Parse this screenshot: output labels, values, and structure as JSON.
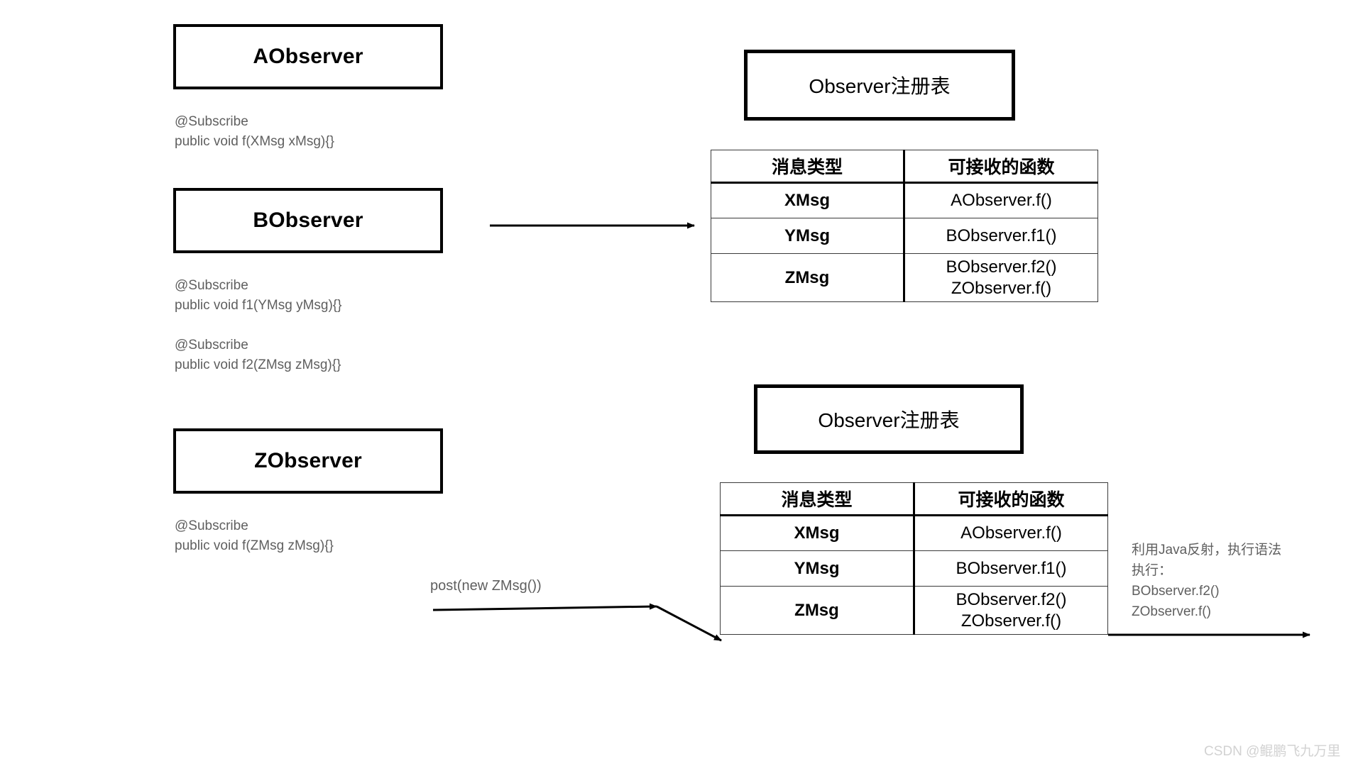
{
  "observers": [
    {
      "name": "AObserver",
      "annotations": "@Subscribe\npublic void f(XMsg xMsg){}"
    },
    {
      "name": "BObserver",
      "annotations": "@Subscribe\npublic void f1(YMsg yMsg){}\n\n@Subscribe\npublic void f2(ZMsg zMsg){}"
    },
    {
      "name": "ZObserver",
      "annotations": "@Subscribe\npublic void f(ZMsg zMsg){}"
    }
  ],
  "registries": [
    {
      "title": "Observer注册表",
      "columns": [
        "消息类型",
        "可接收的函数"
      ],
      "rows": [
        {
          "msg": "XMsg",
          "functions": "AObserver.f()"
        },
        {
          "msg": "YMsg",
          "functions": "BObserver.f1()"
        },
        {
          "msg": "ZMsg",
          "functions": "BObserver.f2()\nZObserver.f()"
        }
      ]
    },
    {
      "title": "Observer注册表",
      "columns": [
        "消息类型",
        "可接收的函数"
      ],
      "rows": [
        {
          "msg": "XMsg",
          "functions": "AObserver.f()"
        },
        {
          "msg": "YMsg",
          "functions": "BObserver.f1()"
        },
        {
          "msg": "ZMsg",
          "functions": "BObserver.f2()\nZObserver.f()"
        }
      ]
    }
  ],
  "labels": {
    "post_call": "post(new ZMsg())",
    "reflection_note": "利用Java反射，执行语法\n执行：\nBObserver.f2()\nZObserver.f()"
  },
  "watermark": "CSDN @鲲鹏飞九万里",
  "colors": {
    "stroke": "#000000",
    "note_text": "#5f5f5f",
    "table_border": "#3a3a3a",
    "watermark": "#d2d2d2",
    "background": "#ffffff"
  }
}
